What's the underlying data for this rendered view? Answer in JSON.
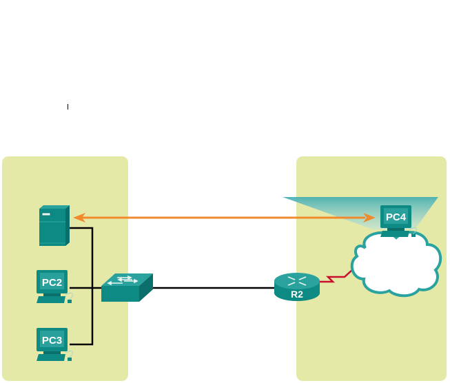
{
  "diagram": {
    "devices": {
      "server": {
        "label": ""
      },
      "pc2": {
        "label": "PC2"
      },
      "pc3": {
        "label": "PC3"
      },
      "pc4": {
        "label": "PC4"
      },
      "switch": {
        "label": ""
      },
      "router": {
        "label": "R2"
      }
    },
    "links": [
      {
        "from": "server",
        "to": "switch",
        "type": "ethernet"
      },
      {
        "from": "pc2",
        "to": "switch",
        "type": "ethernet"
      },
      {
        "from": "pc3",
        "to": "switch",
        "type": "ethernet"
      },
      {
        "from": "switch",
        "to": "router",
        "type": "ethernet"
      },
      {
        "from": "router",
        "to": "cloud",
        "type": "serial"
      }
    ],
    "flow": {
      "from": "server",
      "to": "pc4",
      "direction": "bidirectional"
    },
    "colors": {
      "panel": "#e5e9a7",
      "device": "#0e8a84",
      "device_dark": "#0a6e6a",
      "flow_arrow": "#f08a2c",
      "serial_link": "#c8102e",
      "cloud_outline": "#2aa3a0",
      "beam": "#5fbfc0"
    }
  }
}
